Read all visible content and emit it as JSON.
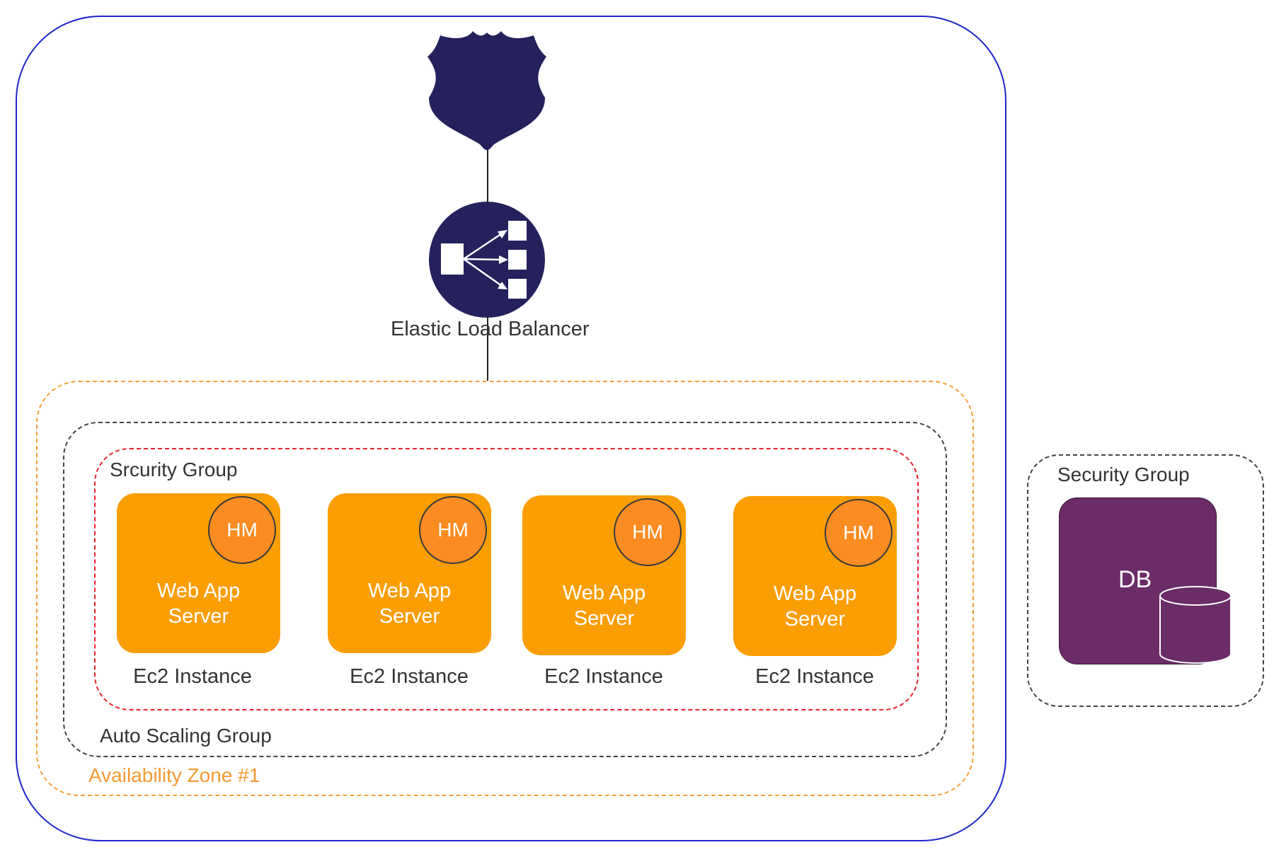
{
  "load_balancer": {
    "label": "Elastic Load Balancer"
  },
  "availability_zone": {
    "label": "Availability Zone #1"
  },
  "auto_scaling_group": {
    "label": "Auto Scaling Group"
  },
  "web_security_group": {
    "label": "Srcurity Group"
  },
  "instances": [
    {
      "badge": "HM",
      "service_line1": "Web App",
      "service_line2": "Server",
      "caption": "Ec2 Instance"
    },
    {
      "badge": "HM",
      "service_line1": "Web App",
      "service_line2": "Server",
      "caption": "Ec2 Instance"
    },
    {
      "badge": "HM",
      "service_line1": "Web App",
      "service_line2": "Server",
      "caption": "Ec2 Instance"
    },
    {
      "badge": "HM",
      "service_line1": "Web App",
      "service_line2": "Server",
      "caption": "Ec2 Instance"
    }
  ],
  "db_security_group": {
    "label": "Security Group"
  },
  "database": {
    "label": "DB"
  },
  "colors": {
    "vpc_border": "#1f27c9",
    "availability_zone": "#f3a03d",
    "security_group": "#e8232e",
    "instance_fill": "#fb9e04",
    "health_monitor": "#fb8c22",
    "database": "#6b2c67",
    "gateway": "#24215c"
  }
}
